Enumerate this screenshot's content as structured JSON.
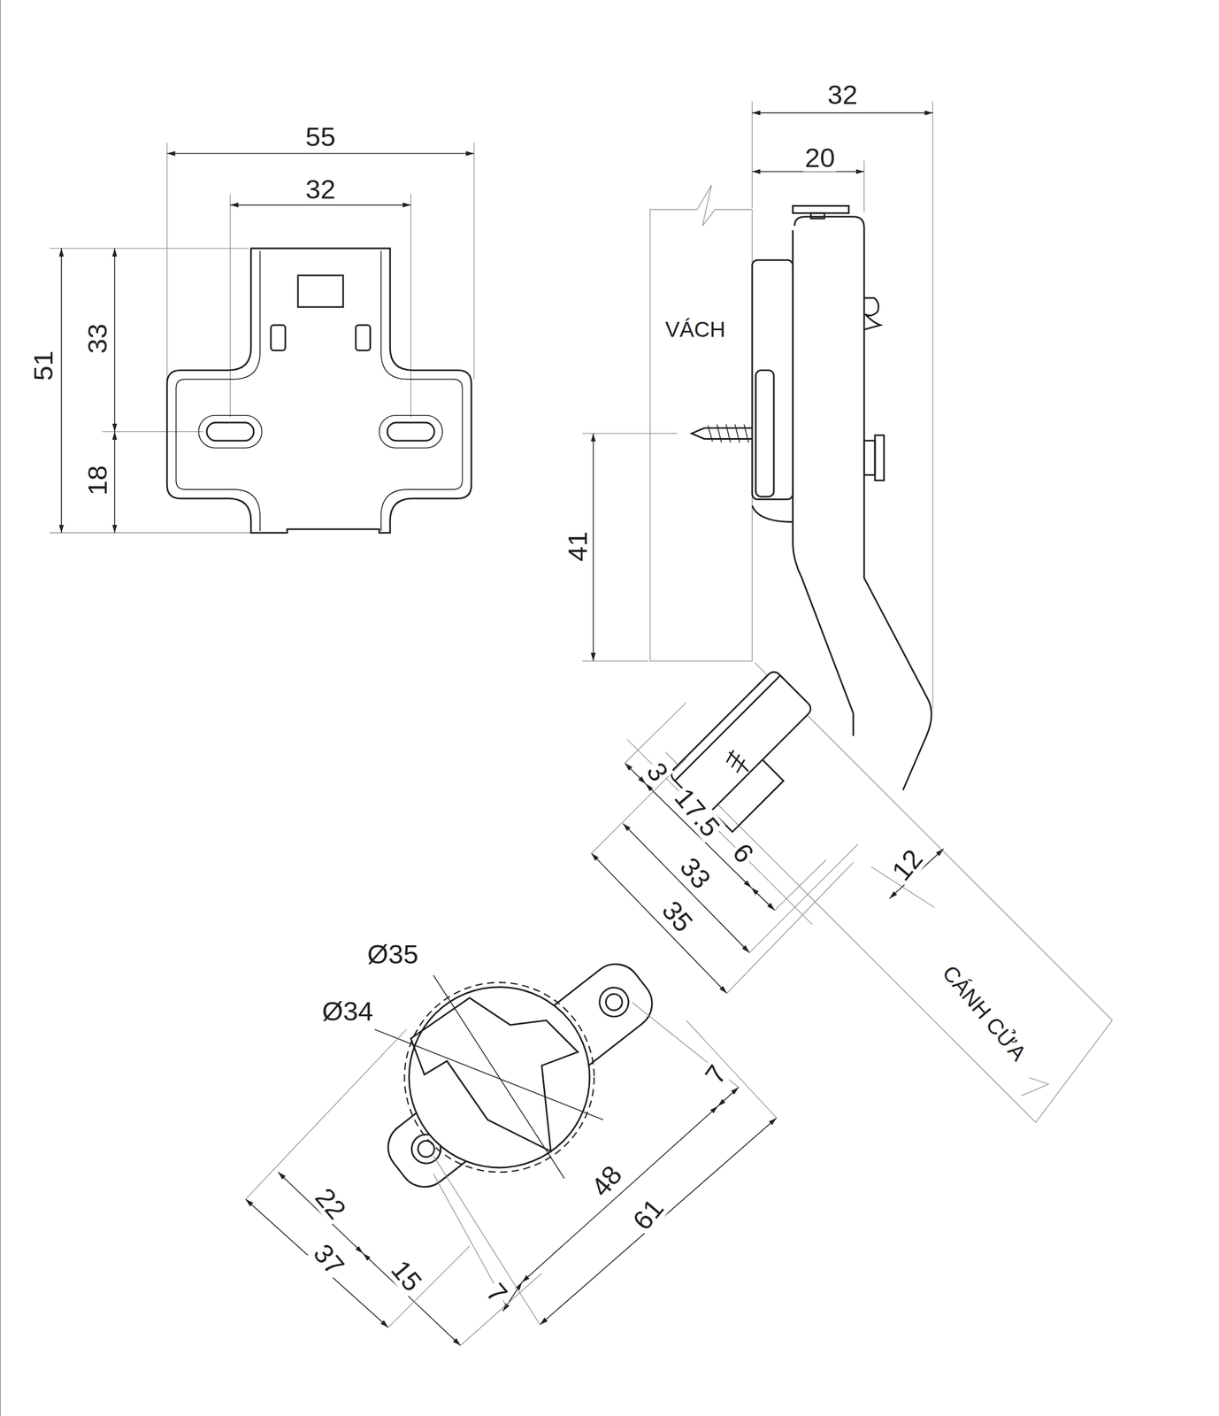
{
  "diagram": {
    "labels": [
      "55",
      "32",
      "51",
      "33",
      "18",
      "32",
      "20",
      "VÁCH",
      "41",
      "3",
      "17.5",
      "6",
      "33",
      "35",
      "12",
      "CÁNH CỬA",
      "Ø35",
      "Ø34",
      "7",
      "48",
      "61",
      "22",
      "37",
      "15",
      "7"
    ]
  }
}
